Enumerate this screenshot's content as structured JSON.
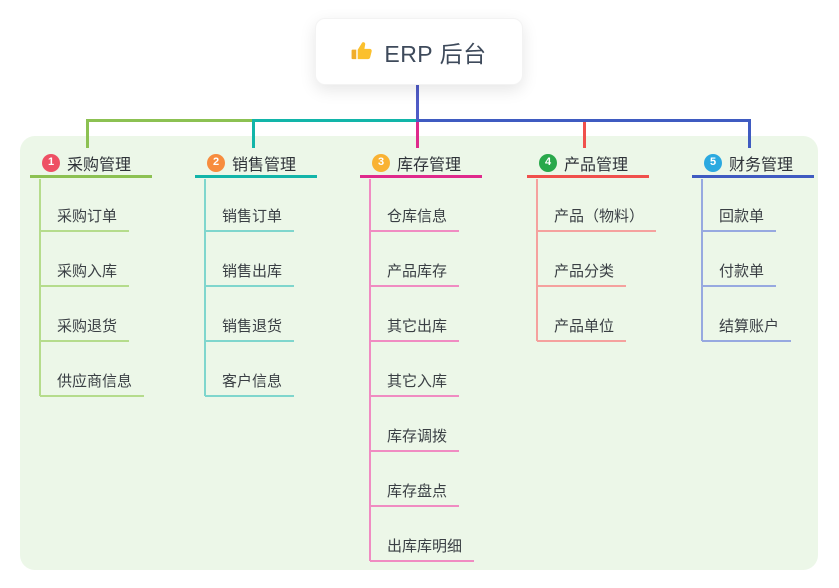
{
  "root": {
    "title": "ERP 后台",
    "icon": "thumbs-up",
    "connector_color": "#4f5bc6",
    "text_color": "#3e4a5b"
  },
  "panel": {
    "bg": "#ecf7e8"
  },
  "branches": [
    {
      "badge": "1",
      "label": "采购管理",
      "badge_color": "#ee5064",
      "line_color": "#8cc152",
      "child_line_color": "#b5dc8c",
      "children": [
        {
          "label": "采购订单"
        },
        {
          "label": "采购入库"
        },
        {
          "label": "采购退货"
        },
        {
          "label": "供应商信息"
        }
      ]
    },
    {
      "badge": "2",
      "label": "销售管理",
      "badge_color": "#f78c3e",
      "line_color": "#12b5a9",
      "child_line_color": "#7fd6cd",
      "children": [
        {
          "label": "销售订单"
        },
        {
          "label": "销售出库"
        },
        {
          "label": "销售退货"
        },
        {
          "label": "客户信息"
        }
      ]
    },
    {
      "badge": "3",
      "label": "库存管理",
      "badge_color": "#f9b233",
      "line_color": "#df2a8c",
      "child_line_color": "#f08cc2",
      "children": [
        {
          "label": "仓库信息"
        },
        {
          "label": "产品库存"
        },
        {
          "label": "其它出库"
        },
        {
          "label": "其它入库"
        },
        {
          "label": "库存调拨"
        },
        {
          "label": "库存盘点"
        },
        {
          "label": "出库库明细"
        }
      ]
    },
    {
      "badge": "4",
      "label": "产品管理",
      "badge_color": "#29a84b",
      "line_color": "#f0504c",
      "child_line_color": "#f5a19e",
      "children": [
        {
          "label": "产品（物料）"
        },
        {
          "label": "产品分类"
        },
        {
          "label": "产品单位"
        }
      ]
    },
    {
      "badge": "5",
      "label": "财务管理",
      "badge_color": "#2ba9e0",
      "line_color": "#3f5bc1",
      "child_line_color": "#97a9e0",
      "children": [
        {
          "label": "回款单"
        },
        {
          "label": "付款单"
        },
        {
          "label": "结算账户"
        }
      ]
    }
  ]
}
